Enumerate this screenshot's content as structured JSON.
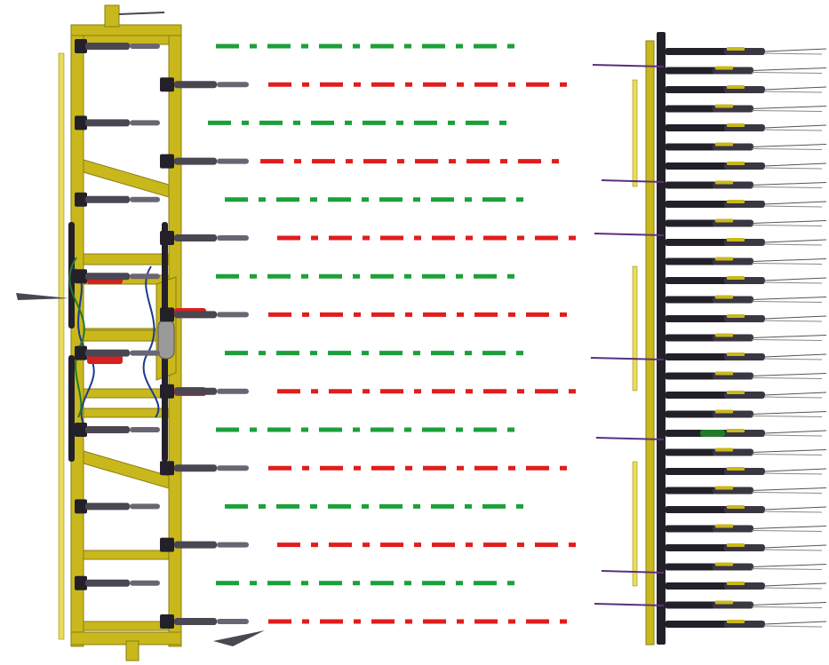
{
  "colors": {
    "frame": "#c9b81c",
    "frame_dark": "#8a7d0f",
    "frame_light": "#e8dc5a",
    "steel": "#23202a",
    "steel_mid": "#4a4652",
    "purple": "#5b2f7e",
    "hose_blue": "#1a3a8f",
    "hose_green": "#1f7a2a",
    "cylinder_red": "#d8201c",
    "accumulator": "#9a9a9a",
    "line_green": "#1ca03a",
    "line_red": "#e11d1d"
  },
  "icons": {
    "top_view": "implement-frame-top-view-icon",
    "side_view": "implement-side-view-icon"
  },
  "rows": [
    {
      "color": "green"
    },
    {
      "color": "red"
    },
    {
      "color": "green"
    },
    {
      "color": "red"
    },
    {
      "color": "green"
    },
    {
      "color": "red"
    },
    {
      "color": "green"
    },
    {
      "color": "red"
    },
    {
      "color": "green"
    },
    {
      "color": "red"
    },
    {
      "color": "green"
    },
    {
      "color": "red"
    },
    {
      "color": "green"
    },
    {
      "color": "red"
    },
    {
      "color": "green"
    },
    {
      "color": "red"
    }
  ]
}
